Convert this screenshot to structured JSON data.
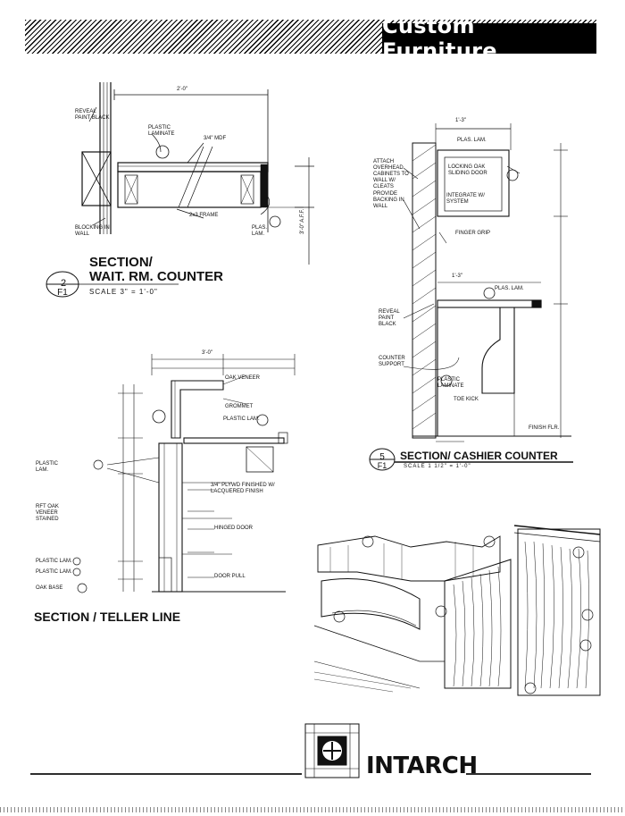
{
  "header": {
    "title": "Custom Furniture"
  },
  "sections": {
    "waiting": {
      "number": "2",
      "sheet": "F1",
      "title_line1": "SECTION/",
      "title_line2": "WAIT. RM. COUNTER",
      "scale": "SCALE 3\" = 1'-0\""
    },
    "cashier": {
      "number": "5",
      "sheet": "F1",
      "title": "SECTION/ CASHIER COUNTER",
      "scale": "SCALE 1 1/2\" = 1'-0\""
    },
    "teller": {
      "title": "SECTION / TELLER LINE"
    }
  },
  "notes": {
    "waiting": [
      "REVEAL PAINT BLACK",
      "PLASTIC LAMINATE",
      "3/4\" MDF",
      "2x3 FRAME",
      "BLOCKING IN WALL",
      "PLAS. LAM.",
      "2'-0\"",
      "3'-0\" A.F.F."
    ],
    "cashier": [
      "1'-3\"",
      "PLAS. LAM.",
      "ATTACH OVERHEAD CABINETS TO WALL W/ CLEATS",
      "LOCKING OAK SLIDING DOOR",
      "INTEGRATE W/ SYSTEM",
      "PROVIDE BACKING IN WALL",
      "FINGER GRIP",
      "PLAS. LAM.",
      "REVEAL PAINT BLACK",
      "COUNTER SUPPORT",
      "PLASTIC LAMINATE",
      "TOE KICK",
      "FINISH FLR.",
      "1'-3\""
    ],
    "teller": [
      "3'-0\"",
      "OAK VENEER",
      "GROMMET",
      "PLASTIC LAM.",
      "PLASTIC LAM.",
      "3/4\" PLYWD FINISHED W/ LACQUERED FINISH",
      "HINGED DOOR",
      "DOOR PULL",
      "PLASTIC LAM.",
      "PLASTIC LAM.",
      "OAK BASE",
      "RFT OAK VENEER STAINED"
    ]
  },
  "logo": {
    "text": "INTARCH"
  }
}
